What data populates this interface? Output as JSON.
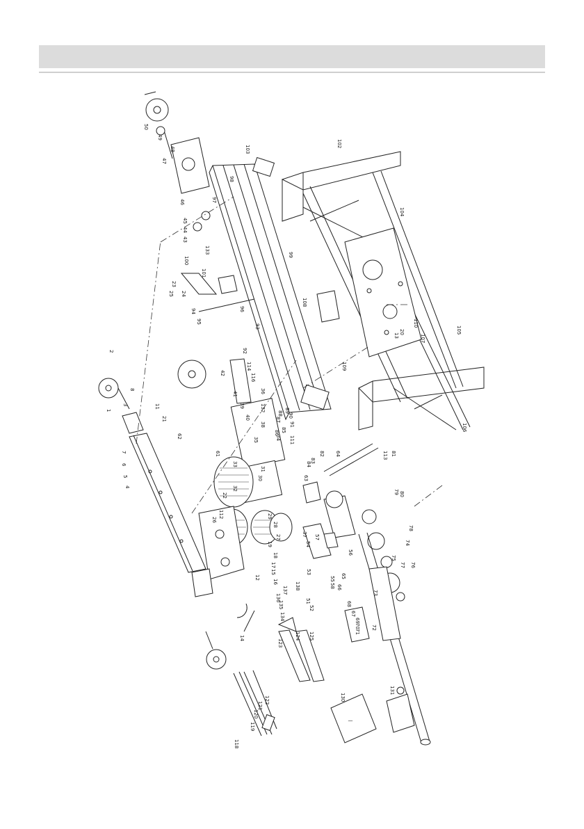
{
  "page": {
    "header_text": ""
  },
  "part_labels": [
    "1",
    "2",
    "3",
    "4",
    "5",
    "6",
    "7",
    "8",
    "11",
    "12",
    "13",
    "14",
    "15",
    "16",
    "17",
    "18",
    "19",
    "20",
    "21",
    "22",
    "23",
    "24",
    "25",
    "26",
    "27",
    "28",
    "29",
    "30",
    "31",
    "32",
    "33",
    "34",
    "35",
    "36",
    "37",
    "38",
    "39",
    "40",
    "41",
    "42",
    "43",
    "44",
    "45",
    "46",
    "47",
    "48",
    "49",
    "50",
    "51",
    "52",
    "53",
    "54",
    "55",
    "56",
    "57",
    "58",
    "61",
    "62",
    "63",
    "64",
    "65",
    "66",
    "67",
    "68",
    "69",
    "70",
    "71",
    "72",
    "73",
    "74",
    "75",
    "76",
    "77",
    "78",
    "79",
    "80",
    "81",
    "82",
    "83",
    "84",
    "85",
    "86",
    "87",
    "88",
    "89",
    "90",
    "91",
    "92",
    "93",
    "94",
    "95",
    "96",
    "97",
    "98",
    "99",
    "100",
    "101",
    "102",
    "103",
    "104",
    "105",
    "106",
    "107",
    "108",
    "109",
    "110",
    "111",
    "112",
    "113",
    "114",
    "116",
    "118",
    "119",
    "120",
    "121",
    "122",
    "123",
    "124",
    "125",
    "130",
    "131",
    "132",
    "133",
    "134",
    "135",
    "136",
    "137",
    "138"
  ],
  "booklet_mark": "—"
}
